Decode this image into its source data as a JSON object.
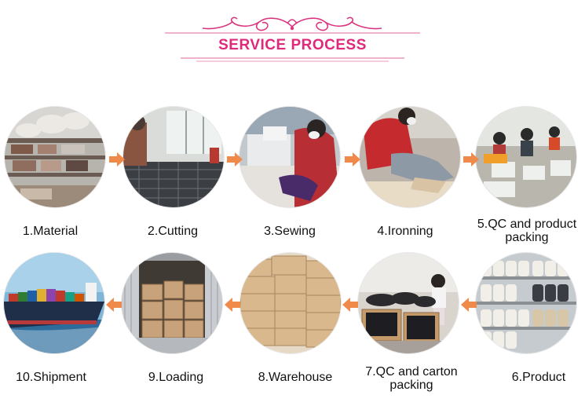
{
  "title": "SERVICE PROCESS",
  "accent_color": "#e0297a",
  "arrow_color": "#f08a4b",
  "steps": [
    {
      "label": "1.Material",
      "photo": "material-warehouse-photo"
    },
    {
      "label": "2.Cutting",
      "photo": "cutting-workshop-photo"
    },
    {
      "label": "3.Sewing",
      "photo": "sewing-machine-photo"
    },
    {
      "label": "4.Ironning",
      "photo": "ironing-photo"
    },
    {
      "label": "5.QC and product packing",
      "photo": "qc-packing-photo"
    },
    {
      "label": "6.Product",
      "photo": "product-shelves-photo"
    },
    {
      "label": "7.QC and carton packing",
      "photo": "carton-packing-photo"
    },
    {
      "label": "8.Warehouse",
      "photo": "warehouse-boxes-photo"
    },
    {
      "label": "9.Loading",
      "photo": "container-loading-photo"
    },
    {
      "label": "10.Shipment",
      "photo": "cargo-ship-photo"
    }
  ]
}
